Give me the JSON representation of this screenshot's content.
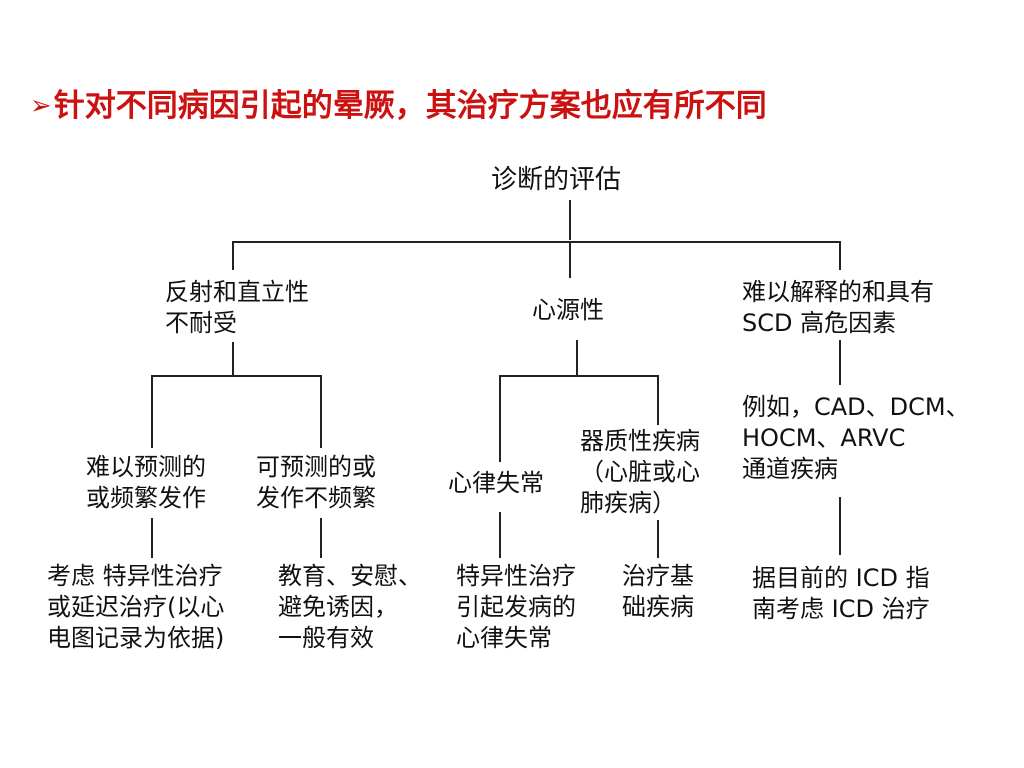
{
  "heading": {
    "bullet": "➢",
    "text": "针对不同病因引起的晕厥，其治疗方案也应有所不同"
  },
  "colors": {
    "heading": "#cc1111",
    "line": "#222222",
    "text": "#111111"
  },
  "diagram": {
    "root": [
      "诊断的评估"
    ],
    "reflex": [
      "反射和直立性",
      "不耐受"
    ],
    "cardiac": [
      "心源性"
    ],
    "unexplained": [
      "难以解释的和具有",
      "SCD 高危因素"
    ],
    "unpredictable": [
      "难以预测的",
      "或频繁发作"
    ],
    "predictable": [
      "可预测的或",
      "发作不频繁"
    ],
    "arrhythmia": [
      "心律失常"
    ],
    "structural": [
      "器质性疾病",
      "（心脏或心",
      "肺疾病）"
    ],
    "examples": [
      "例如，CAD、DCM、",
      "HOCM、ARVC",
      "通道疾病"
    ],
    "consider_therapy": [
      "考虑 特异性治疗",
      "或延迟治疗(以心",
      "电图记录为依据)"
    ],
    "education": [
      "教育、安慰、",
      "避免诱因，",
      "一般有效"
    ],
    "specific_therapy": [
      "特异性治疗",
      "引起发病的",
      "心律失常"
    ],
    "treat_underlying": [
      "治疗基",
      "础疾病"
    ],
    "icd_guideline": [
      "据目前的 ICD 指",
      "南考虑 ICD 治疗"
    ]
  }
}
